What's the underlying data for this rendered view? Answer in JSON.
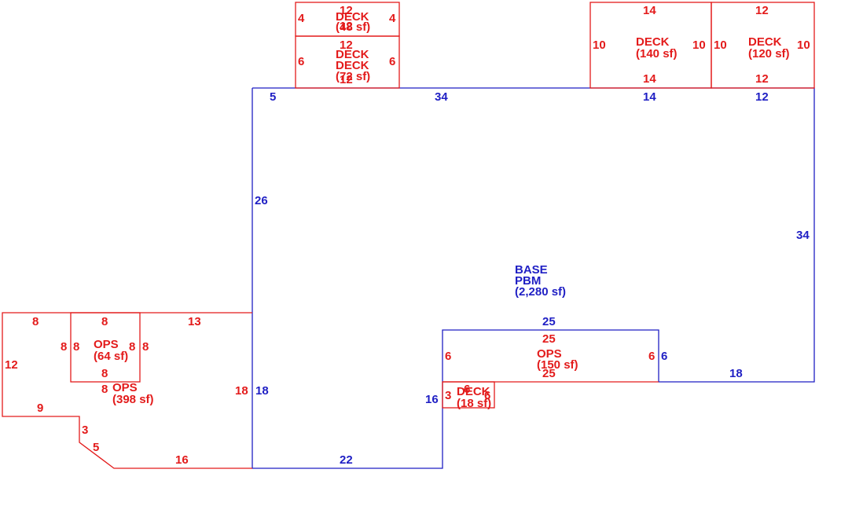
{
  "colors": {
    "base": "#1f1fc4",
    "addition": "#e31b1b",
    "background": "#ffffff"
  },
  "areas": {
    "base": {
      "line1": "BASE",
      "line2": "PBM",
      "area": "(2,280 sf)"
    },
    "deck_a": {
      "name": "DECK",
      "area": "(48 sf)",
      "top": "12",
      "bottom": "12",
      "left": "4",
      "right": "4"
    },
    "deck_b": {
      "name": "DECK",
      "area": "(72 sf)",
      "top": "12",
      "bottom": "12",
      "left": "6",
      "right": "6"
    },
    "deck_c": {
      "name": "DECK",
      "area": "(140 sf)",
      "top": "14",
      "bottom": "14",
      "left": "10",
      "right": "10"
    },
    "deck_d": {
      "name": "DECK",
      "area": "(120 sf)",
      "top": "12",
      "bottom": "12",
      "left": "10",
      "right": "10"
    },
    "deck_e": {
      "name": "DECK",
      "area": "(18 sf)",
      "left": "3",
      "top": "6",
      "right": "6"
    },
    "ops_small": {
      "name": "OPS",
      "area": "(64 sf)",
      "top": "8",
      "bottom": "8",
      "left": "8",
      "right": "8"
    },
    "ops_large": {
      "name": "OPS",
      "area": "(398 sf)",
      "top_left": "8",
      "top_right": "13",
      "left": "12",
      "left_inner": "8",
      "right_inner": "8",
      "below_small": "8",
      "right": "18",
      "bottom_a": "9",
      "bottom_b": "3",
      "bottom_c": "5",
      "bottom_d": "16"
    },
    "ops_porch": {
      "name": "OPS",
      "area": "(150 sf)",
      "top": "25",
      "bottom": "25",
      "left": "6",
      "right": "6"
    }
  },
  "base_dims": {
    "top_a": "5",
    "top_b": "34",
    "top_c": "14",
    "top_d": "12",
    "left_upper": "26",
    "right": "34",
    "left_lower": "18",
    "bottom": "22",
    "inner_left": "16",
    "porch_top": "25",
    "porch_right": "6",
    "lower_right": "18"
  }
}
